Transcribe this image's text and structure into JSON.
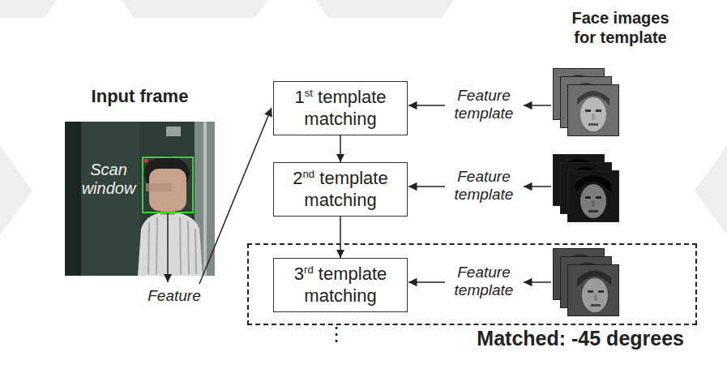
{
  "diagram": {
    "nodes": [
      {
        "text": [
          "Input frame",
          "Scan window"
        ]
      },
      {
        "text": [
          "1st template matching"
        ]
      },
      {
        "text": [
          "2nd template matching"
        ]
      },
      {
        "text": [
          "Matched: -45 degrees"
        ]
      },
      {
        "text": [
          "3rd template matching"
        ],
        "in": 3
      }
    ],
    "edges": [
      {
        "from": 1,
        "to": 2,
        "arrow": "to"
      },
      {
        "from": 2,
        "to": 4,
        "arrow": "to"
      }
    ],
    "labels": [
      "Face images for template",
      "Feature",
      "Feature template",
      "Feature template",
      "Feature template",
      "⋮"
    ]
  }
}
